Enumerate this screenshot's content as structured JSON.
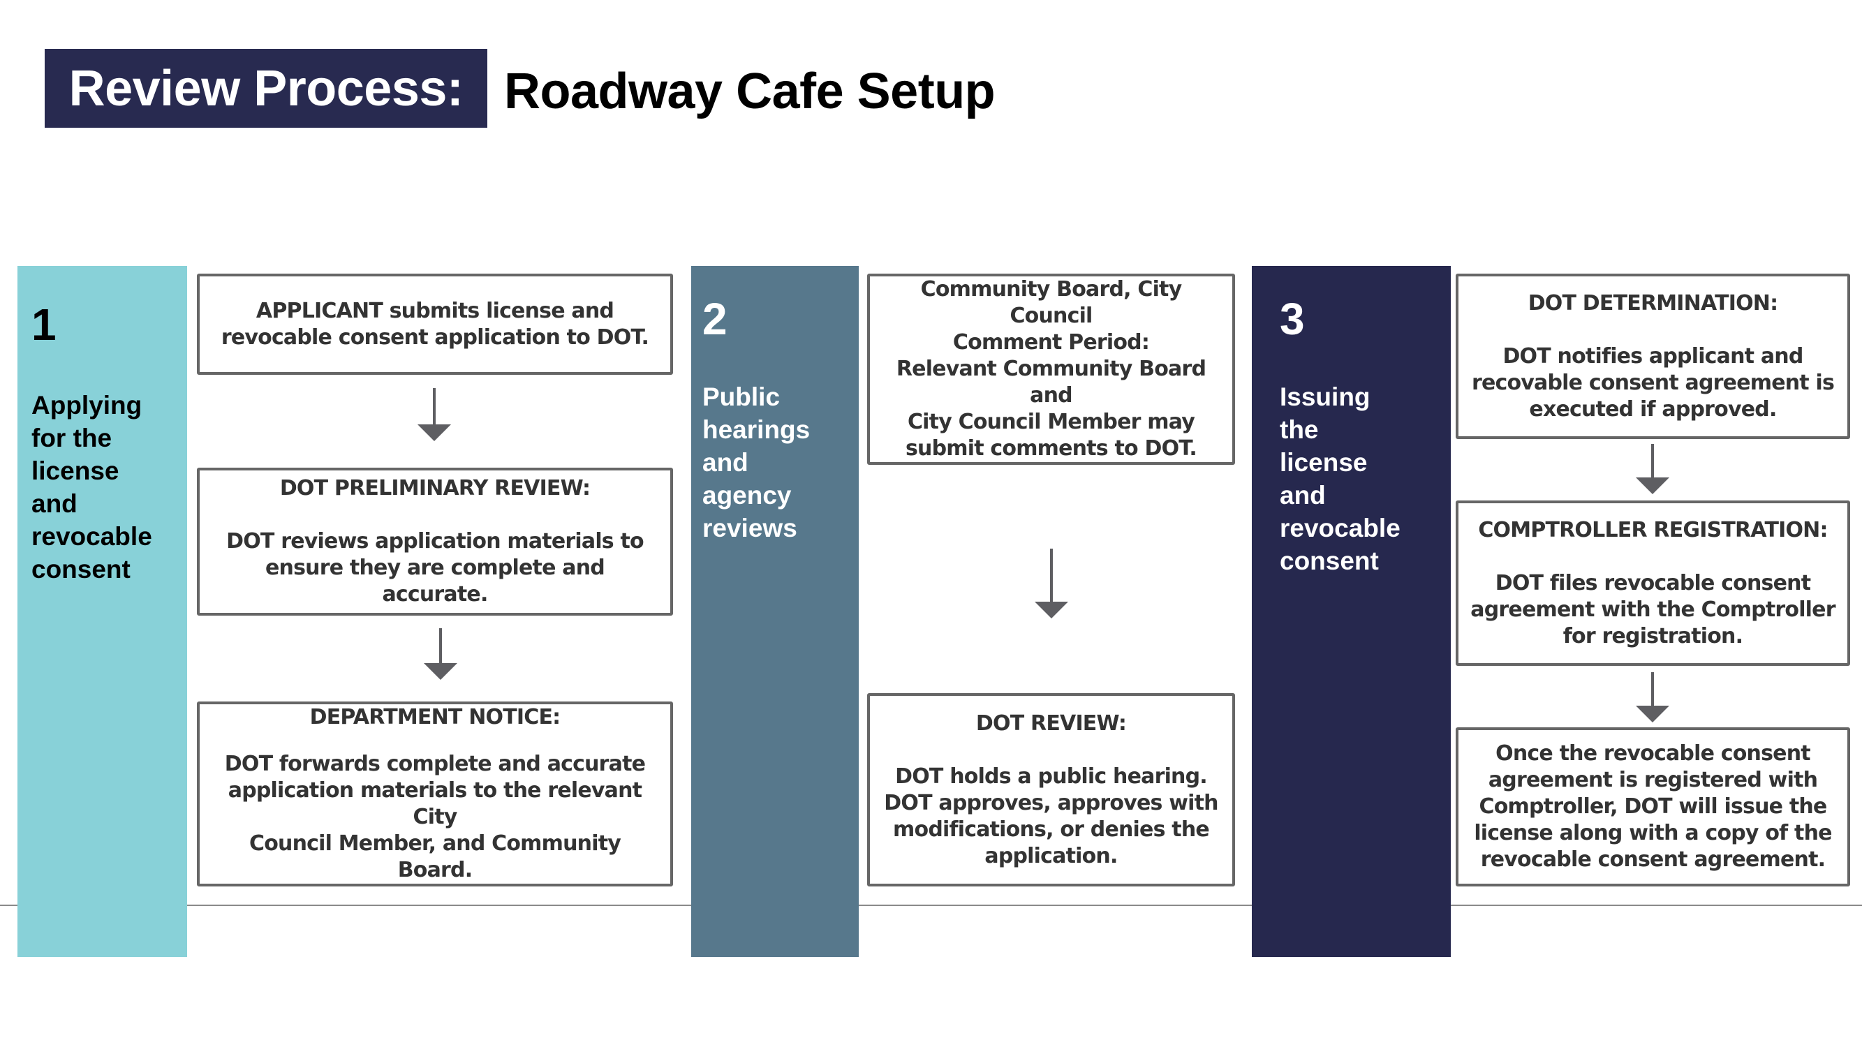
{
  "header": {
    "title_highlight": "Review Process:",
    "title_rest": "Roadway Cafe Setup"
  },
  "colors": {
    "title_bg": "#282a50",
    "phase1": "#88d1d8",
    "phase2": "#57788c",
    "phase3": "#26284e",
    "box_border": "#666666",
    "arrow": "#5e5e62"
  },
  "phases": [
    {
      "number": "1",
      "label": "Applying\nfor the\nlicense\nand\nrevocable\nconsent",
      "steps": [
        {
          "heading": "",
          "body": "APPLICANT submits license and\nrevocable consent application to DOT."
        },
        {
          "heading": "DOT PRELIMINARY REVIEW:",
          "body": "DOT reviews application materials to\nensure they are complete and accurate."
        },
        {
          "heading": "DEPARTMENT NOTICE:",
          "body": "DOT forwards complete and accurate\napplication materials to the relevant  City\nCouncil Member, and Community Board."
        }
      ]
    },
    {
      "number": "2",
      "label": "Public\nhearings\nand\nagency\nreviews",
      "steps": [
        {
          "heading": "Community Board, City Council\nComment Period:",
          "body": "Relevant Community Board and\nCity Council Member may\nsubmit comments to DOT."
        },
        {
          "heading": "DOT REVIEW:",
          "body": "DOT holds a public hearing.\nDOT approves, approves with\nmodifications, or denies the\napplication."
        }
      ]
    },
    {
      "number": "3",
      "label": "Issuing\nthe\nlicense\nand\nrevocable\nconsent",
      "steps": [
        {
          "heading": "DOT DETERMINATION:",
          "body": "DOT notifies applicant and\nrecovable consent agreement is\nexecuted if approved."
        },
        {
          "heading": "COMPTROLLER REGISTRATION:",
          "body": "DOT files revocable consent\nagreement with the Comptroller\nfor registration."
        },
        {
          "heading": "",
          "body": "Once the revocable consent\nagreement is registered with\nComptroller, DOT will issue the\nlicense along with a copy of the\nrevocable consent agreement."
        }
      ]
    }
  ]
}
